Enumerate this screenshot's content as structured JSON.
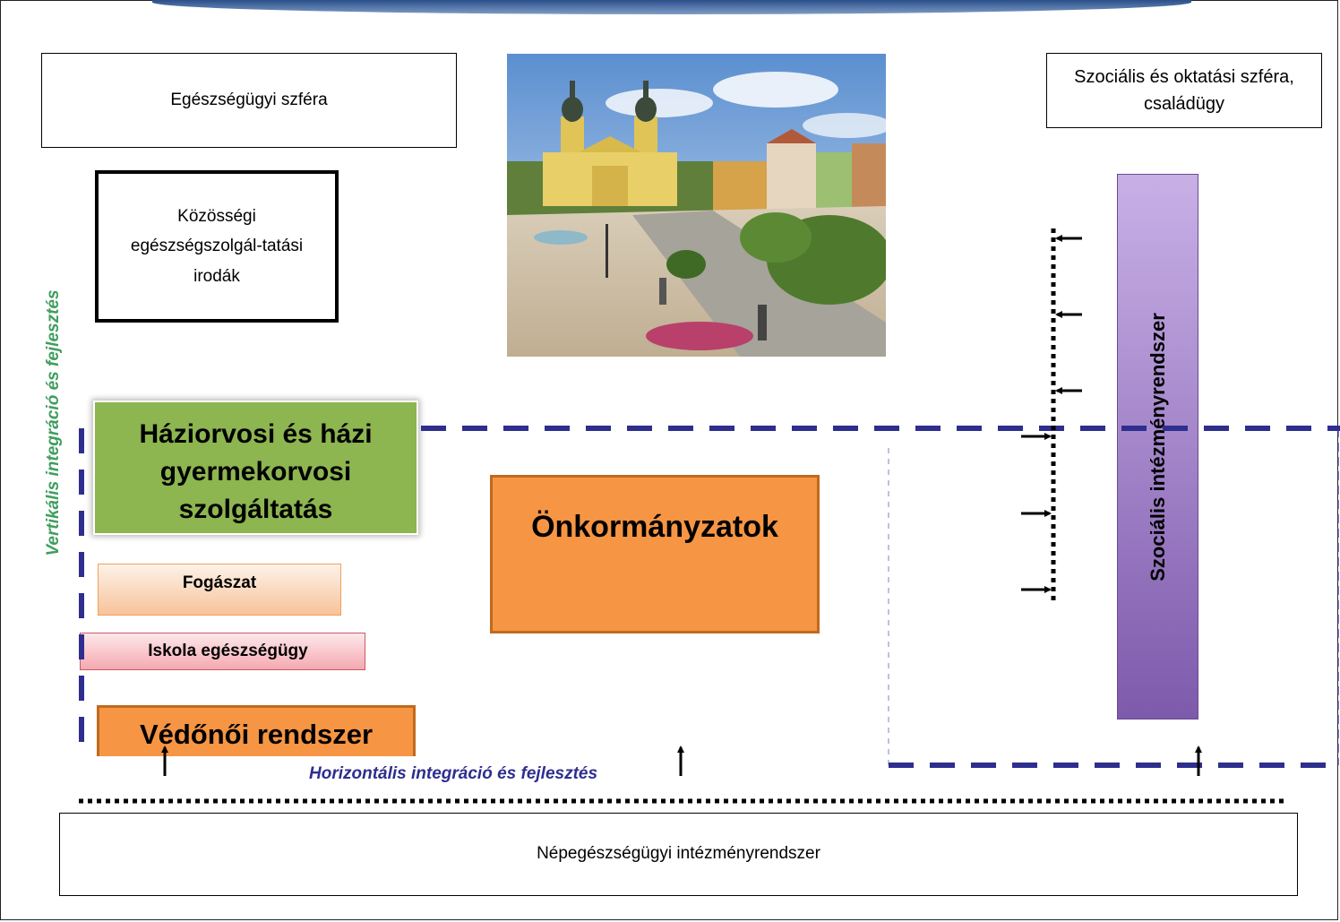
{
  "title_bar": {
    "color": "#2a4f8a"
  },
  "boxes": {
    "health_sphere": "Egészségügyi szféra",
    "social_sphere": "Szociális és oktatási szféra, családügy",
    "community_offices": "Közösségi egészségszolgál-tatási irodák",
    "gp_services": "Háziorvosi és házi gyermekorvosi szolgáltatás",
    "dentistry": "Fogászat",
    "school_health": "Iskola egészségügy",
    "health_visitor": "Védőnői rendszer",
    "municipalities": "Önkormányzatok",
    "social_institutions": "Szociális intézményrendszer",
    "public_health": "Népegészségügyi intézményrendszer"
  },
  "labels": {
    "vertical_integration": "Vertikális integráció és fejlesztés",
    "horizontal_integration": "Horizontális integráció és fejlesztés"
  },
  "colors": {
    "dashed_line": "#2e2e8f",
    "gp_green": "#8db550",
    "orange": "#f69543",
    "orange_border": "#c06a1e",
    "purple_top": "#c8b0e6",
    "purple_bottom": "#7e5aac",
    "vertical_label": "#3f9e5e",
    "horizontal_label": "#2e2e8f",
    "dentistry_top": "#fdf2e8",
    "dentistry_bottom": "#f8c39a",
    "school_top": "#fde8ea",
    "school_bottom": "#f5a9b1"
  },
  "image": {
    "icon": "town-square-photo"
  }
}
